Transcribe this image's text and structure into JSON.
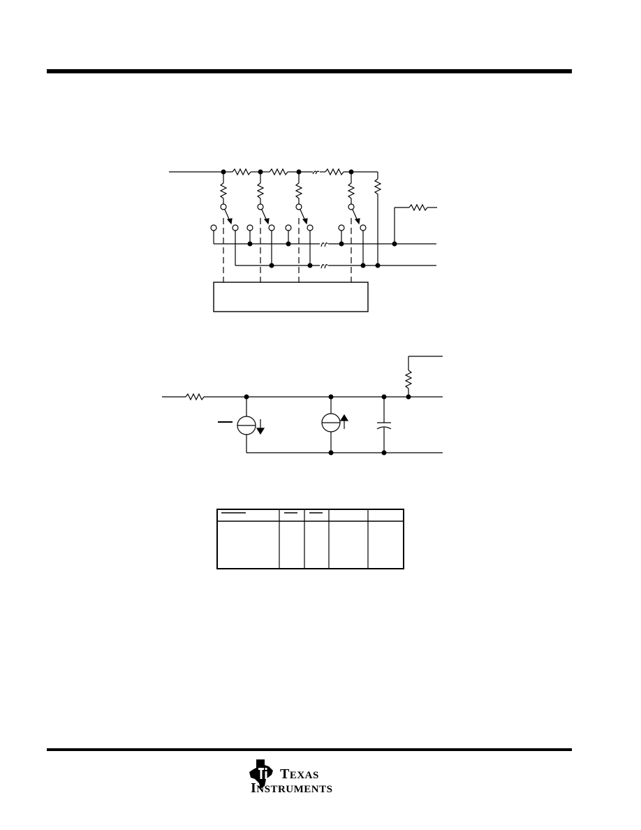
{
  "brand": {
    "logo_line1": "Texas",
    "logo_line2": "Instruments",
    "logo_icon": "ti-state-logo-icon"
  },
  "colors": {
    "ink": "#000000",
    "paper": "#ffffff"
  },
  "table": {
    "column_count": 5,
    "row_count": 1
  }
}
